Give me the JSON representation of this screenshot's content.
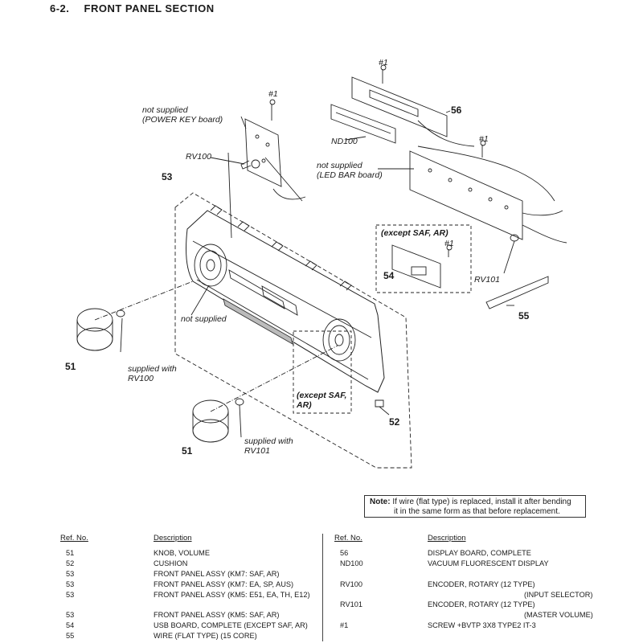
{
  "section": {
    "number": "6-2.",
    "title": "FRONT PANEL SECTION"
  },
  "callouts": {
    "not_supplied_power": "not supplied",
    "power_key_board": "(POWER KEY board)",
    "rv100": "RV100",
    "screw1a": "#1",
    "screw1b": "#1",
    "screw1c": "#1",
    "screw1d": "#1",
    "nd100": "ND100",
    "ref56": "56",
    "not_supplied_led": "not supplied",
    "led_bar_board": "(LED BAR board)",
    "ref53": "53",
    "except_saf_ar_top": "(except SAF, AR)",
    "ref54": "54",
    "rv101": "RV101",
    "ref55": "55",
    "not_supplied_panel": "not supplied",
    "ref51a": "51",
    "supplied_with": "supplied with",
    "rv100_supplied": "RV100",
    "except_saf_line1": "(except SAF,",
    "except_saf_line2": "AR)",
    "ref52": "52",
    "ref51b": "51",
    "supplied_with_b": "supplied with",
    "rv101_supplied": "RV101"
  },
  "note": {
    "label": "Note:",
    "line1": "If wire (flat type) is replaced, install it after bending",
    "line2": "it in the same form as that before replacement."
  },
  "parts_table": {
    "ref_header": "Ref. No.",
    "desc_header": "Description",
    "left": [
      {
        "ref": "51",
        "desc": "KNOB, VOLUME"
      },
      {
        "ref": "52",
        "desc": "CUSHION"
      },
      {
        "ref": "53",
        "desc": "FRONT PANEL ASSY (KM7: SAF, AR)"
      },
      {
        "ref": "53",
        "desc": "FRONT PANEL ASSY (KM7: EA, SP, AUS)"
      },
      {
        "ref": "53",
        "desc": "FRONT PANEL ASSY (KM5: E51, EA, TH, E12)"
      },
      {
        "ref": "53",
        "desc": "FRONT PANEL ASSY (KM5: SAF, AR)"
      },
      {
        "ref": "54",
        "desc": "USB BOARD, COMPLETE (EXCEPT SAF, AR)"
      },
      {
        "ref": "55",
        "desc": "WIRE (FLAT TYPE) (15 CORE)"
      }
    ],
    "right": [
      {
        "ref": "56",
        "desc": "DISPLAY BOARD, COMPLETE",
        "sub": ""
      },
      {
        "ref": "ND100",
        "desc": "VACUUM FLUORESCENT DISPLAY",
        "sub": ""
      },
      {
        "ref": "RV100",
        "desc": "ENCODER, ROTARY (12 TYPE)",
        "sub": "(INPUT SELECTOR)"
      },
      {
        "ref": "RV101",
        "desc": "ENCODER, ROTARY (12 TYPE)",
        "sub": "(MASTER VOLUME)"
      },
      {
        "ref": "#1",
        "desc": "SCREW +BVTP 3X8 TYPE2 IT-3",
        "sub": ""
      }
    ]
  }
}
